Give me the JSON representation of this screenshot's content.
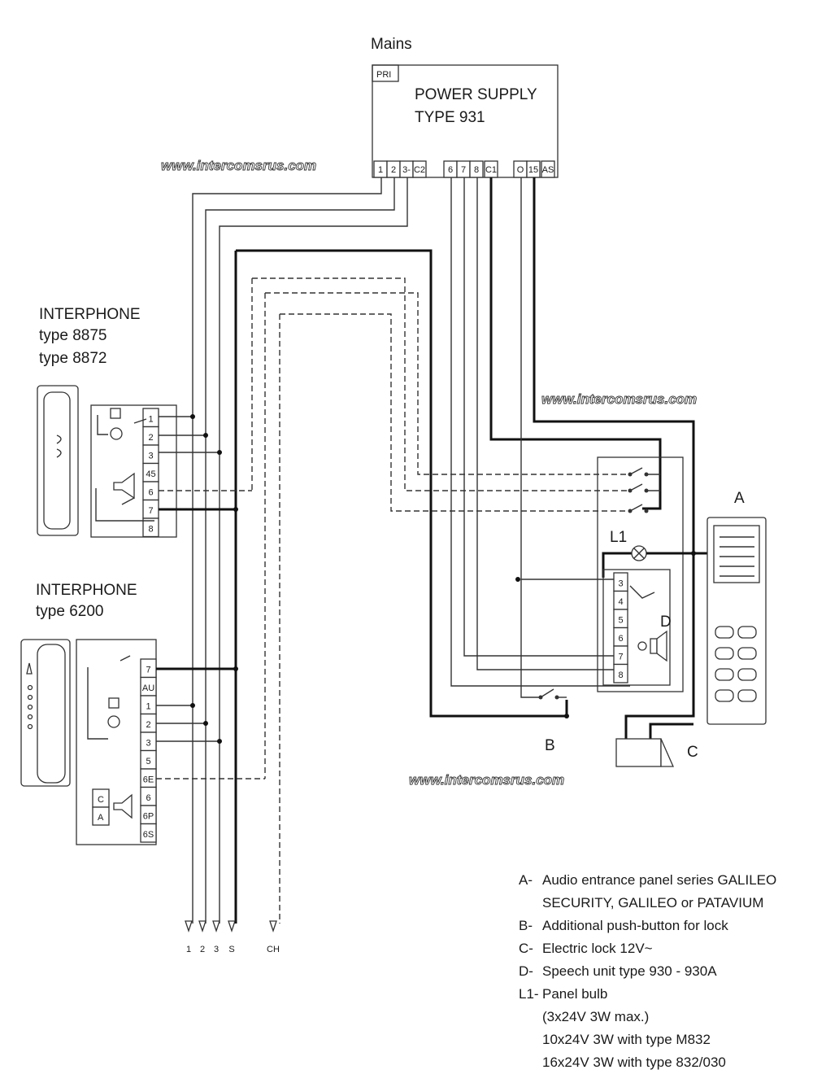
{
  "mains_label": "Mains",
  "power_supply": {
    "pri": "PRI",
    "title_line1": "POWER SUPPLY",
    "title_line2": "TYPE 931",
    "terminals": [
      "1",
      "2",
      "3-",
      "C2",
      "6",
      "7",
      "8",
      "C1",
      "O",
      "15",
      "AS"
    ]
  },
  "watermark": "www.intercomsrus.com",
  "interphone_1": {
    "title": "INTERPHONE",
    "line2": "type 8875",
    "line3": "type 8872",
    "terminals": [
      "1",
      "2",
      "3",
      "45",
      "6",
      "7",
      "8"
    ]
  },
  "interphone_2": {
    "title": "INTERPHONE",
    "line2": "type 6200",
    "terminals": [
      "7",
      "AU",
      "1",
      "2",
      "3",
      "5",
      "6E",
      "6",
      "6P",
      "6S"
    ],
    "ca_labels": [
      "C",
      "A"
    ]
  },
  "bottom_terminals": [
    "1",
    "2",
    "3",
    "S",
    "CH"
  ],
  "speech_unit": {
    "terminals": [
      "3",
      "4",
      "5",
      "6",
      "7",
      "8"
    ],
    "label_D": "D",
    "label_L1": "L1"
  },
  "labels": {
    "A": "A",
    "B": "B",
    "C": "C"
  },
  "legend": [
    {
      "key": "A-",
      "lines": [
        "Audio entrance panel series GALILEO",
        "SECURITY, GALILEO or PATAVIUM"
      ]
    },
    {
      "key": "B-",
      "lines": [
        "Additional push-button for lock"
      ]
    },
    {
      "key": "C-",
      "lines": [
        "Electric lock 12V~"
      ]
    },
    {
      "key": "D-",
      "lines": [
        "Speech unit type  930 - 930A"
      ]
    },
    {
      "key": "L1-",
      "lines": [
        "Panel bulb",
        "(3x24V 3W max.)",
        "10x24V 3W with type  M832",
        "16x24V 3W with type  832/030"
      ]
    }
  ],
  "colors": {
    "line": "#111111",
    "paper": "#ffffff"
  }
}
